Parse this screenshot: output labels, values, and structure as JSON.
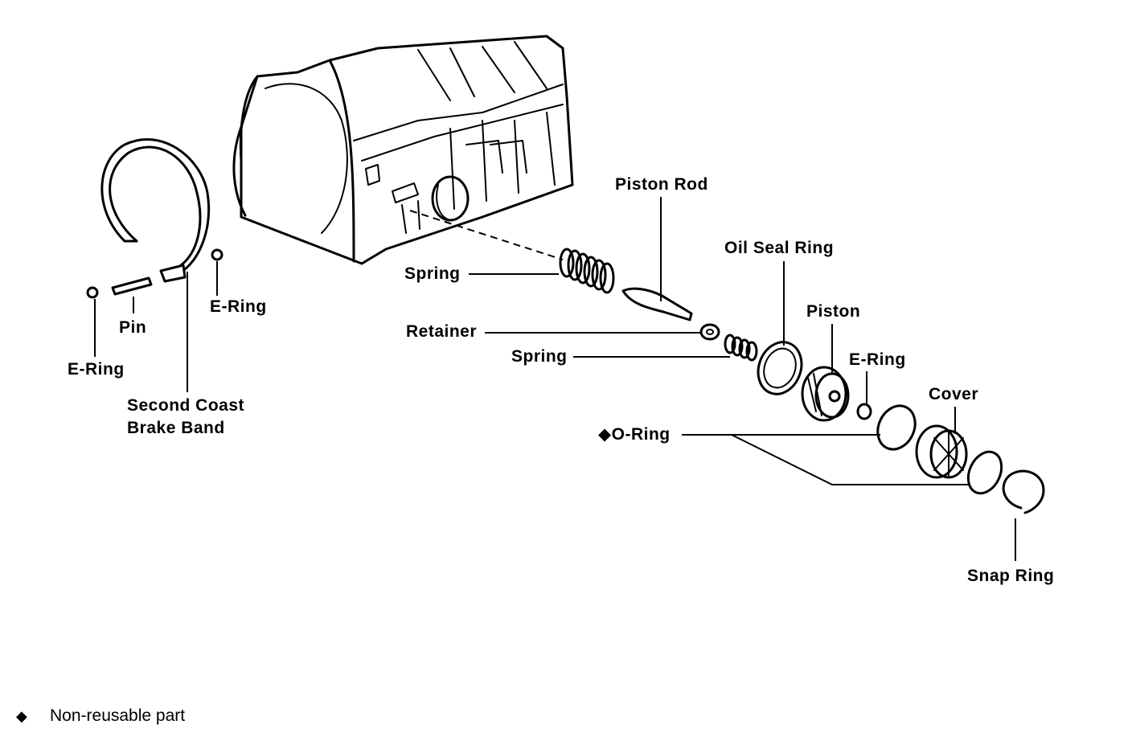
{
  "labels": {
    "piston_rod": "Piston Rod",
    "oil_seal_ring": "Oil Seal Ring",
    "piston": "Piston",
    "e_ring_right": "E-Ring",
    "cover": "Cover",
    "o_ring": "◆O-Ring",
    "snap_ring": "Snap Ring",
    "spring_upper": "Spring",
    "retainer": "Retainer",
    "spring_lower": "Spring",
    "pin": "Pin",
    "e_ring_left": "E-Ring",
    "e_ring_mid": "E-Ring",
    "brake_band_line1": "Second Coast",
    "brake_band_line2": "Brake Band"
  },
  "legend": {
    "symbol": "◆",
    "text": "Non-reusable part"
  }
}
